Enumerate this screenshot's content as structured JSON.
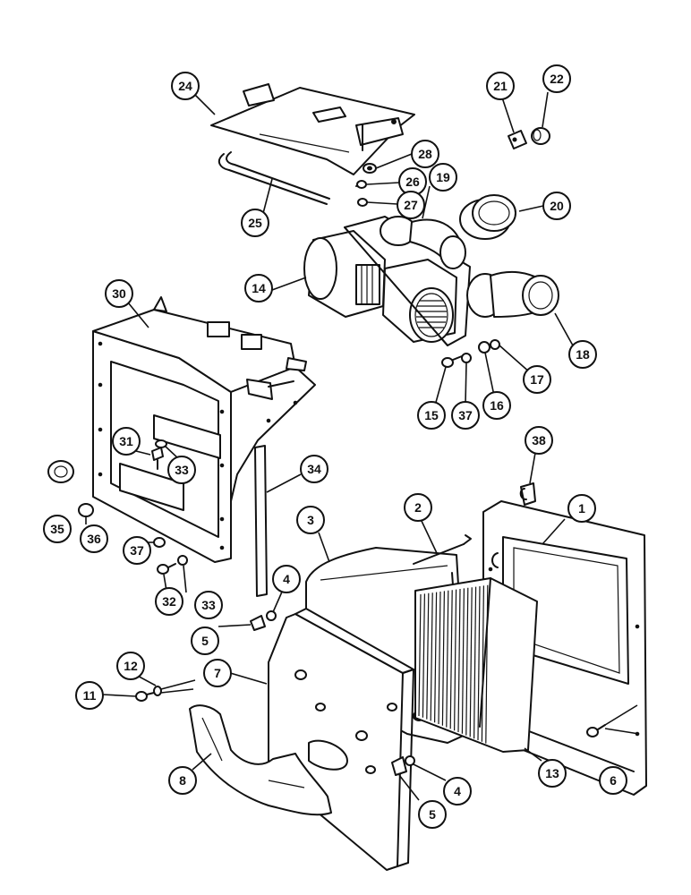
{
  "diagram": {
    "callouts": {
      "c24": "24",
      "c21": "21",
      "c22": "22",
      "c28": "28",
      "c19": "19",
      "c26": "26",
      "c27": "27",
      "c20": "20",
      "c25": "25",
      "c14": "14",
      "c30": "30",
      "c18": "18",
      "c17": "17",
      "c15": "15",
      "c37a": "37",
      "c16": "16",
      "c38": "38",
      "c31": "31",
      "c33a": "33",
      "c34": "34",
      "c35": "35",
      "c2": "2",
      "c1": "1",
      "c3": "3",
      "c36": "36",
      "c37b": "37",
      "c33b": "33",
      "c4a": "4",
      "c32": "32",
      "c5a": "5",
      "c7": "7",
      "c12": "12",
      "c11": "11",
      "c8": "8",
      "c13": "13",
      "c6": "6",
      "c4b": "4",
      "c5b": "5"
    }
  }
}
